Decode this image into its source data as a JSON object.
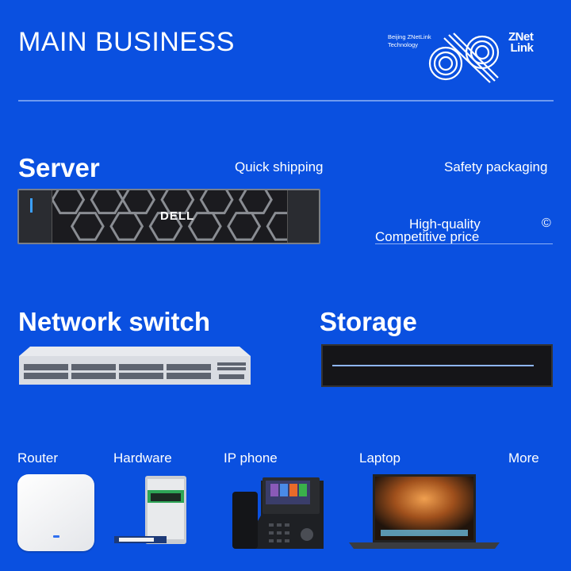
{
  "header": {
    "title": "MAIN BUSINESS",
    "company_line1": "Beijing ZNetLink",
    "company_line2": "Technology",
    "brand_line1": "ZNet",
    "brand_line2": "Link"
  },
  "colors": {
    "background": "#0a50e0",
    "divider": "#6f9af0",
    "text": "#ffffff"
  },
  "sections": {
    "server": {
      "title": "Server",
      "product_brand": "DELL"
    },
    "network_switch": {
      "title": "Network switch"
    },
    "storage": {
      "title": "Storage"
    }
  },
  "features": {
    "quick_shipping": "Quick shipping",
    "safety_packaging": "Safety packaging",
    "high_quality": "High-quality",
    "competitive_price": "Competitive price",
    "copyright_symbol": "©"
  },
  "categories": [
    {
      "label": "Router",
      "icon": "router-image"
    },
    {
      "label": "Hardware",
      "icon": "hard-drive-image"
    },
    {
      "label": "IP phone",
      "icon": "ip-phone-image"
    },
    {
      "label": "Laptop",
      "icon": "laptop-image"
    },
    {
      "label": "More",
      "icon": ""
    }
  ]
}
